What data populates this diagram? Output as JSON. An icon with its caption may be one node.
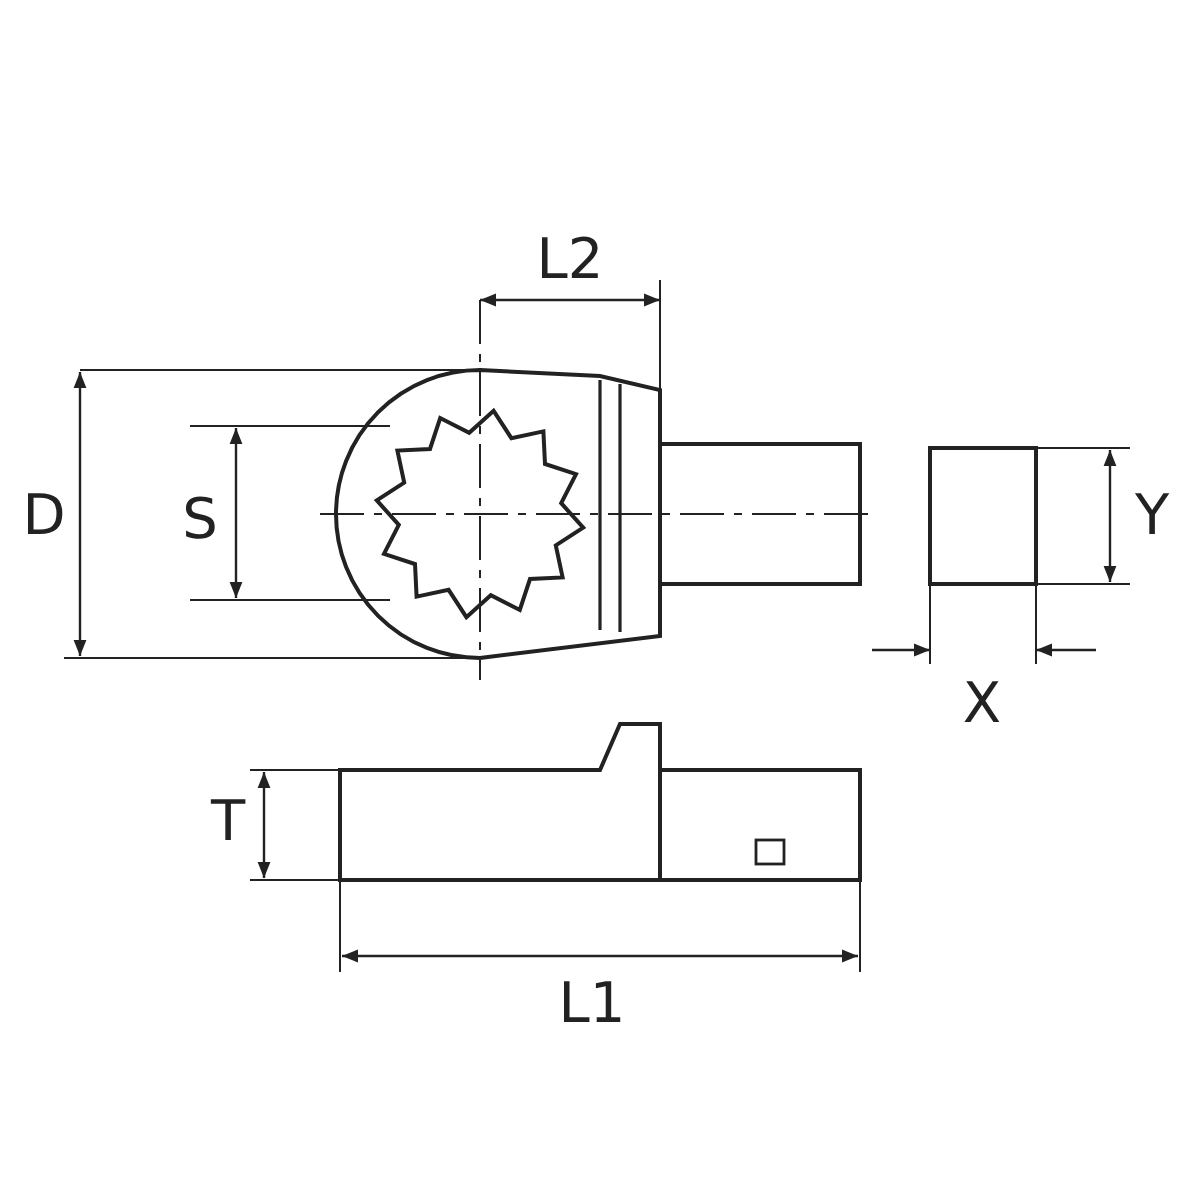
{
  "diagram": {
    "labels": [
      "L2",
      "D",
      "S",
      "Y",
      "X",
      "T",
      "L1"
    ]
  }
}
